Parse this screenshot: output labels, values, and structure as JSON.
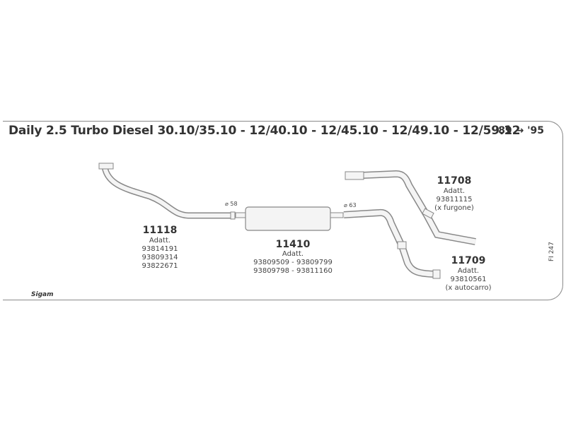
{
  "header": {
    "title": "Daily 2.5 Turbo Diesel 30.10/35.10 - 12/40.10 - 12/45.10 - 12/49.10 - 12/59.12",
    "years": "'89 → '95"
  },
  "parts": {
    "p11118": {
      "code": "11118",
      "note": "Adatt.",
      "refs": [
        "93814191",
        "93809314",
        "93822671"
      ]
    },
    "p11410": {
      "code": "11410",
      "note": "Adatt.",
      "refs": [
        "93809509 - 93809799",
        "93809798 - 93811160"
      ]
    },
    "p11708": {
      "code": "11708",
      "note": "Adatt.",
      "refs": [
        "93811115",
        "(x furgone)"
      ]
    },
    "p11709": {
      "code": "11709",
      "note": "Adatt.",
      "refs": [
        "93810561",
        "(x autocarro)"
      ]
    }
  },
  "diameters": {
    "d58": "⌀ 58",
    "d63": "⌀ 63"
  },
  "reference": "FI 247",
  "logo": "Sigam",
  "colors": {
    "outline": "#888888",
    "pipe_fill": "#f4f4f4",
    "text": "#333333"
  }
}
